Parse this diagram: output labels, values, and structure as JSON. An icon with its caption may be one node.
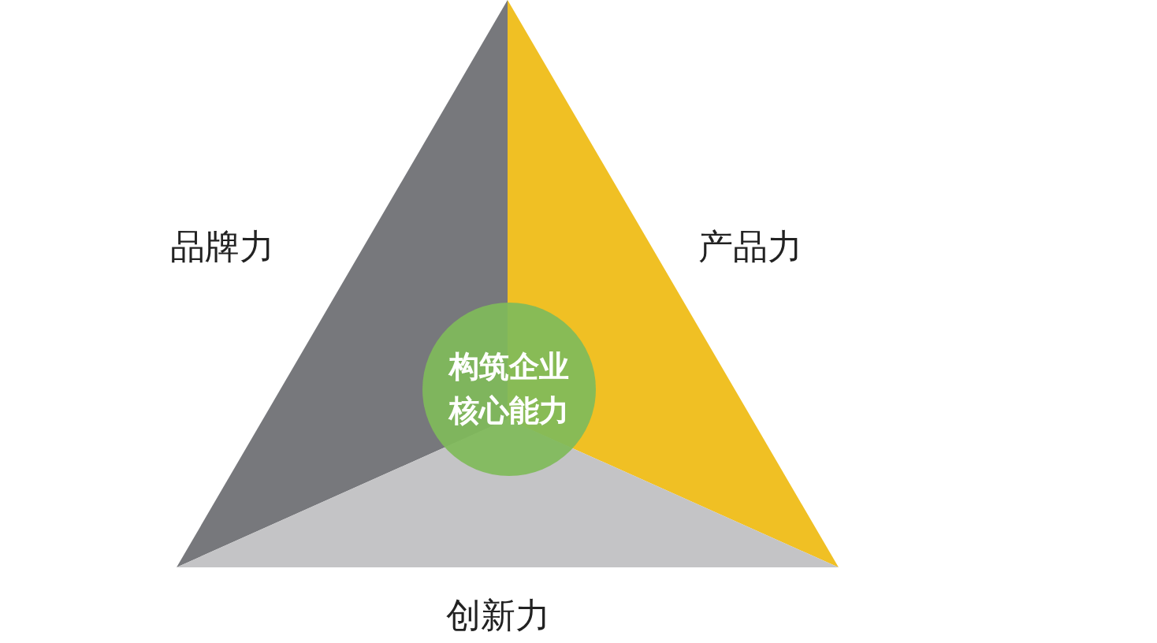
{
  "diagram": {
    "nodes": [
      {
        "text": [
          "品牌力"
        ]
      },
      {
        "text": [
          "产品力"
        ]
      },
      {
        "text": [
          "创新力"
        ]
      },
      {
        "text": [
          "构筑企业核心能力"
        ]
      }
    ],
    "edges": []
  }
}
